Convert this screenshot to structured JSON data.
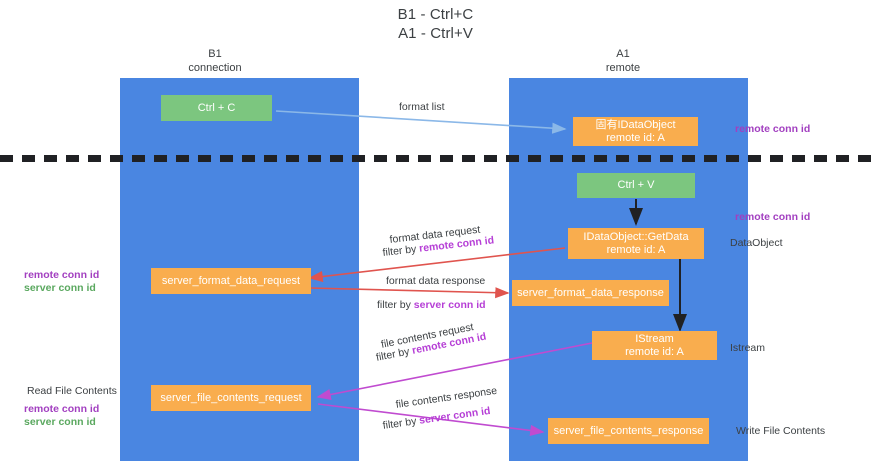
{
  "title": {
    "line1": "B1 - Ctrl+C",
    "line2": "A1 - Ctrl+V"
  },
  "columns": [
    {
      "name": "B1",
      "role": "connection"
    },
    {
      "name": "A1",
      "role": "remote"
    }
  ],
  "colors": {
    "lane": "#4a86e1",
    "orange": "#f9ad4e",
    "green": "#7cc67f",
    "purple": "#a23fc0",
    "green_text": "#5aa85f",
    "red_arrow": "#e0544e",
    "magenta_arrow": "#c04bd0",
    "blue_arrow": "#8bb8e8",
    "dark_arrow": "#202124"
  },
  "boxes": {
    "ctrl_c": {
      "label": "Ctrl + C"
    },
    "ctrl_v": {
      "label": "Ctrl + V"
    },
    "idataobject": {
      "line1": "固有IDataObject",
      "line2": "remote id: A"
    },
    "getdata": {
      "line1": "IDataObject::GetData",
      "line2": "remote id: A"
    },
    "istream": {
      "line1": "IStream",
      "line2": "remote id: A"
    },
    "server_format_data_request": {
      "label": "server_format_data_request"
    },
    "server_format_data_response": {
      "label": "server_format_data_response"
    },
    "server_file_contents_request": {
      "label": "server_file_contents_request"
    },
    "server_file_contents_response": {
      "label": "server_file_contents_response"
    }
  },
  "edge_labels": {
    "format_list": "format list",
    "format_data_request": "format data request",
    "format_data_request_filter_prefix": "filter by ",
    "format_data_request_filter_key": "remote conn id",
    "format_data_response": "format data response",
    "format_data_response_filter_prefix": "filter by ",
    "format_data_response_filter_key": "server conn id",
    "file_contents_request": "file contents request",
    "file_contents_request_filter_prefix": "filter by ",
    "file_contents_request_filter_key": "remote conn id",
    "file_contents_response": "file contents response",
    "file_contents_response_filter_prefix": "filter by ",
    "file_contents_response_filter_key": "server conn id"
  },
  "annotations": {
    "right_remote_conn_id_top": "remote conn id",
    "right_remote_conn_id_mid": "remote conn id",
    "right_dataobject": "DataObject",
    "right_istream": "Istream",
    "right_write_file_contents": "Write File Contents",
    "left_remote_conn_id_1": "remote conn id",
    "left_server_conn_id_1": "server conn id",
    "left_read_file_contents": "Read File Contents",
    "left_remote_conn_id_2": "remote conn id",
    "left_server_conn_id_2": "server conn id"
  }
}
